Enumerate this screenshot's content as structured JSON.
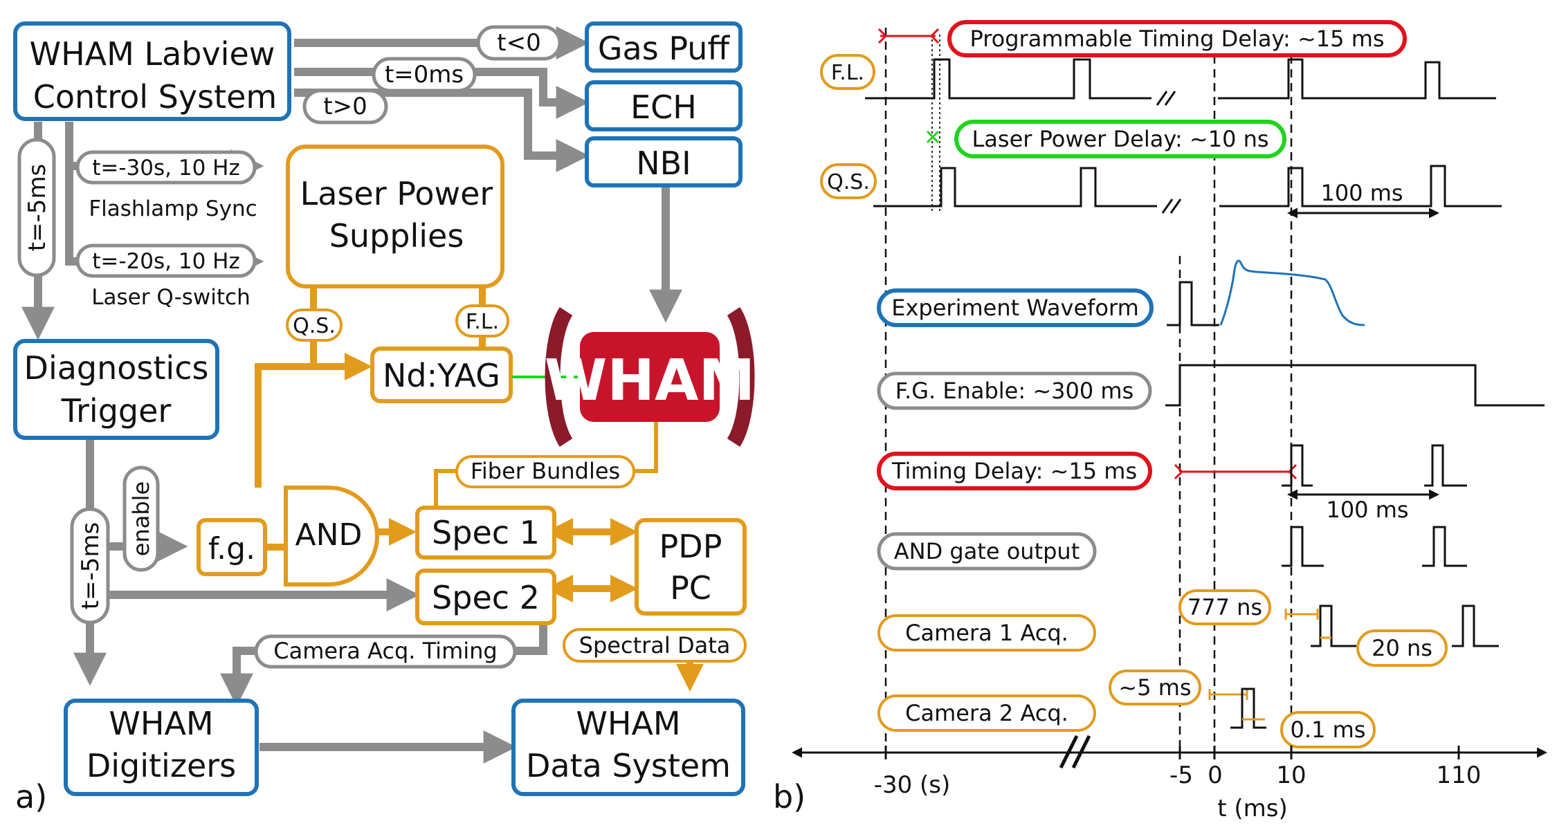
{
  "panel_a": {
    "label": "a)",
    "control_system": [
      "WHAM Labview",
      "Control System"
    ],
    "gas_puff": "Gas Puff",
    "ech": "ECH",
    "nbi": "NBI",
    "t_lt0": "t<0",
    "t_eq0": "t=0ms",
    "t_gt0": "t>0",
    "t_m30": "t=-30s, 10 Hz",
    "flashlamp_sync": "Flashlamp Sync",
    "t_m20": "t=-20s, 10 Hz",
    "laser_qswitch": "Laser Q-switch",
    "t_m5_left": "t=-5ms",
    "laser_power": [
      "Laser Power",
      "Supplies"
    ],
    "qs": "Q.S.",
    "fl": "F.L.",
    "ndyag": "Nd:YAG",
    "diag_trigger": [
      "Diagnostics",
      "Trigger"
    ],
    "enable": "enable",
    "t_m5_mid": "t=-5ms",
    "fg": "f.g.",
    "and_gate": "AND",
    "fiber_bundles": "Fiber Bundles",
    "spec1": "Spec 1",
    "spec2": "Spec 2",
    "pdp": [
      "PDP",
      "PC"
    ],
    "camera_timing": "Camera Acq. Timing",
    "spectral_data": "Spectral Data",
    "digitizers": [
      "WHAM",
      "Digitizers"
    ],
    "data_system": [
      "WHAM",
      "Data System"
    ],
    "logo_text": "WHAM"
  },
  "panel_b": {
    "label": "b)",
    "fl": "F.L.",
    "prog_delay": "Programmable Timing Delay: ~15 ms",
    "laser_power_delay": "Laser Power Delay: ~10 ns",
    "qs": "Q.S.",
    "period_1": "100 ms",
    "experiment_waveform": "Experiment Waveform",
    "fg_enable": "F.G. Enable: ~300 ms",
    "timing_delay": "Timing Delay: ~15 ms",
    "period_2": "100 ms",
    "and_output": "AND gate output",
    "cam1_delay": "777 ns",
    "cam1": "Camera 1 Acq.",
    "cam1_width": "20 ns",
    "cam2_delay": "~5 ms",
    "cam2": "Camera 2 Acq.",
    "cam2_width": "0.1 ms",
    "axis_ticks": [
      "-30 (s)",
      "-5",
      "0",
      "10",
      "110"
    ],
    "axis_label": "t (ms)"
  },
  "colors": {
    "blue": "#1f73b7",
    "orange": "#e39b1c",
    "gray": "#8c8c8c",
    "red": "#e1121b",
    "green": "#21d41e",
    "maroon": "#8b1a2b"
  }
}
